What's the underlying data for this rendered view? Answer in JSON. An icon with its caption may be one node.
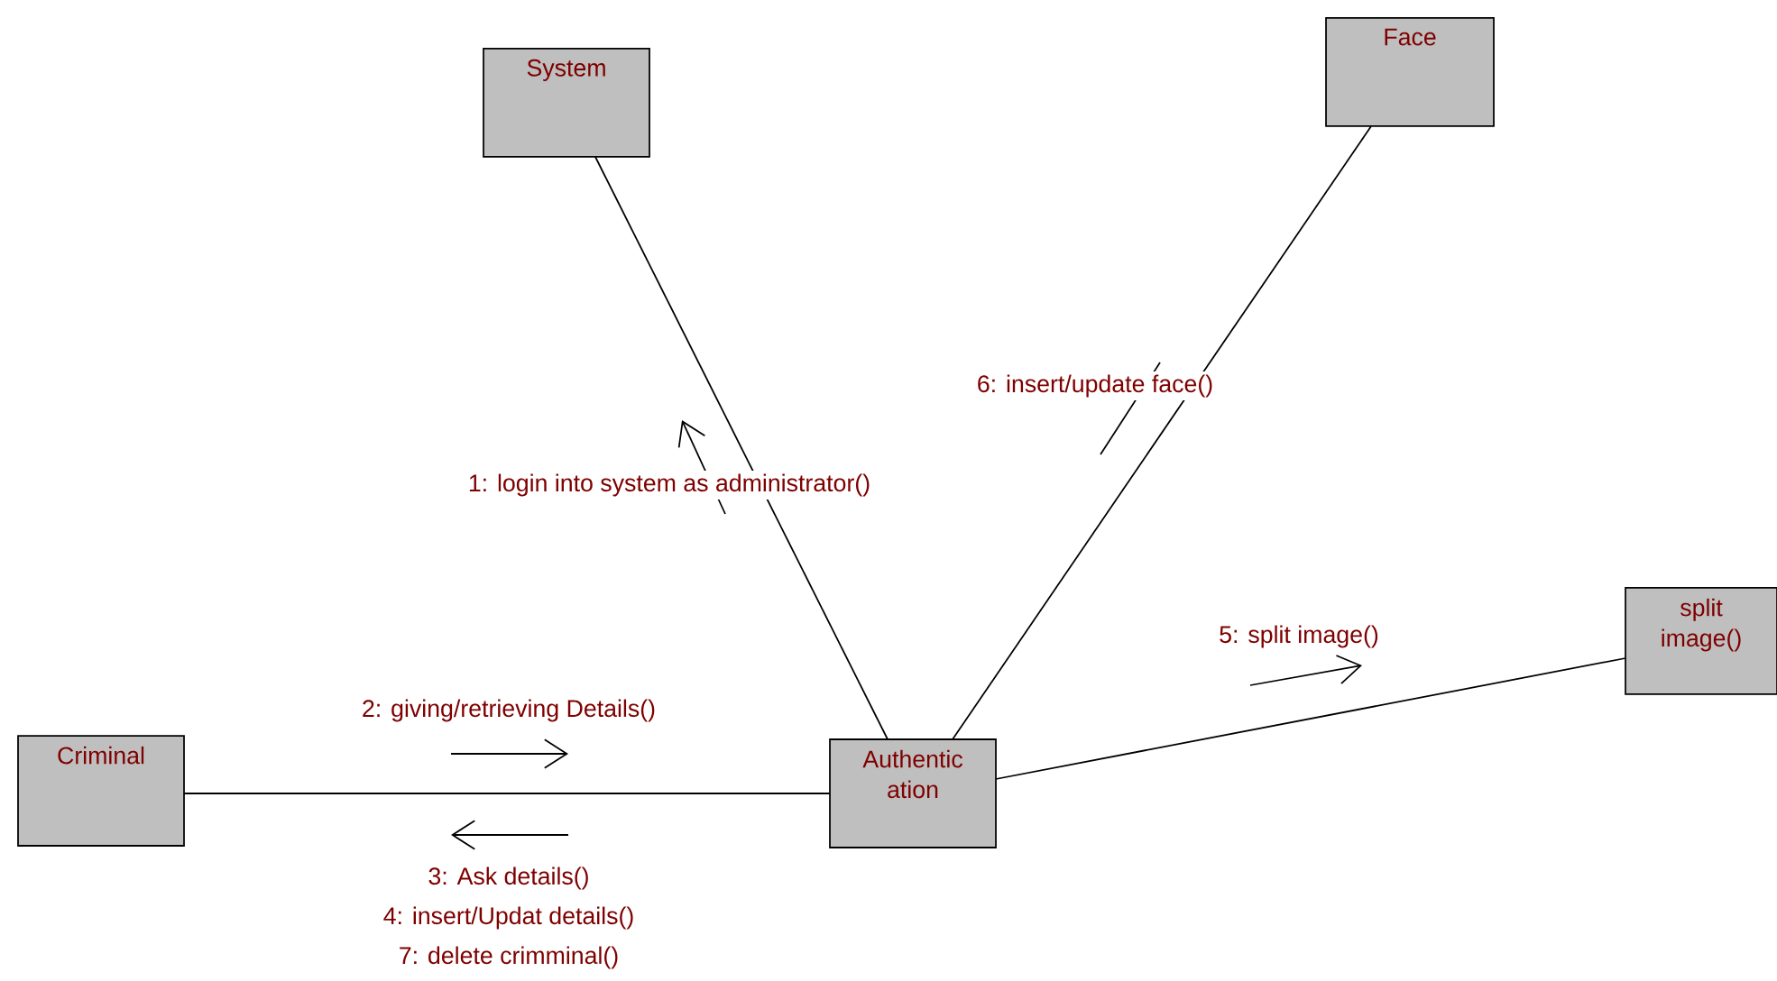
{
  "diagram": {
    "nodes": [
      {
        "text": [
          "System"
        ]
      },
      {
        "text": [
          "Face"
        ]
      },
      {
        "text": [
          "Criminal"
        ]
      },
      {
        "text": [
          "Authentic ation"
        ]
      },
      {
        "text": [
          "split image()"
        ]
      }
    ],
    "edges": [
      {
        "from": 3,
        "to": 0,
        "arrow": "none",
        "label": "1: login into system as administrator()"
      },
      {
        "from": 3,
        "to": 1,
        "arrow": "none",
        "label": "6: insert/update face()"
      },
      {
        "from": 2,
        "to": 3,
        "arrow": "none",
        "label": "2: giving/retrieving Details()"
      },
      {
        "from": 3,
        "to": 4,
        "arrow": "none",
        "label": "5: split image()"
      }
    ],
    "labels": [
      "3: Ask details()",
      "4: insert/Updat details()",
      "7: delete crimminal()"
    ]
  }
}
